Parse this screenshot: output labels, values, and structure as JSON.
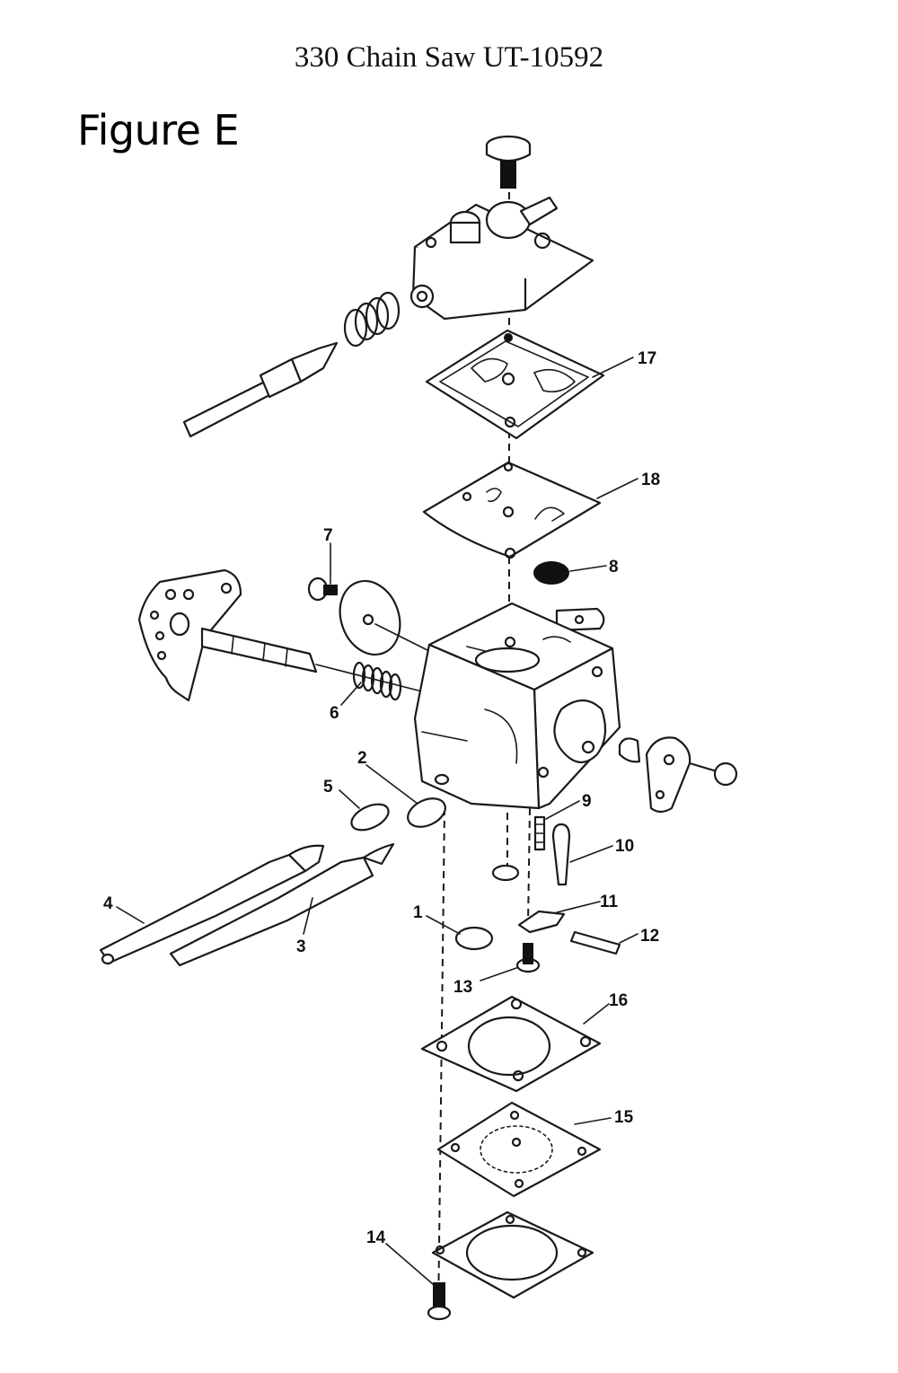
{
  "document": {
    "title": "330 Chain Saw UT-10592",
    "figure_label": "Figure E"
  },
  "callouts": {
    "c1": "1",
    "c2": "2",
    "c3": "3",
    "c4": "4",
    "c5": "5",
    "c6": "6",
    "c7": "7",
    "c8": "8",
    "c9": "9",
    "c10": "10",
    "c11": "11",
    "c12": "12",
    "c13": "13",
    "c14": "14",
    "c15": "15",
    "c16": "16",
    "c17": "17",
    "c18": "18"
  }
}
